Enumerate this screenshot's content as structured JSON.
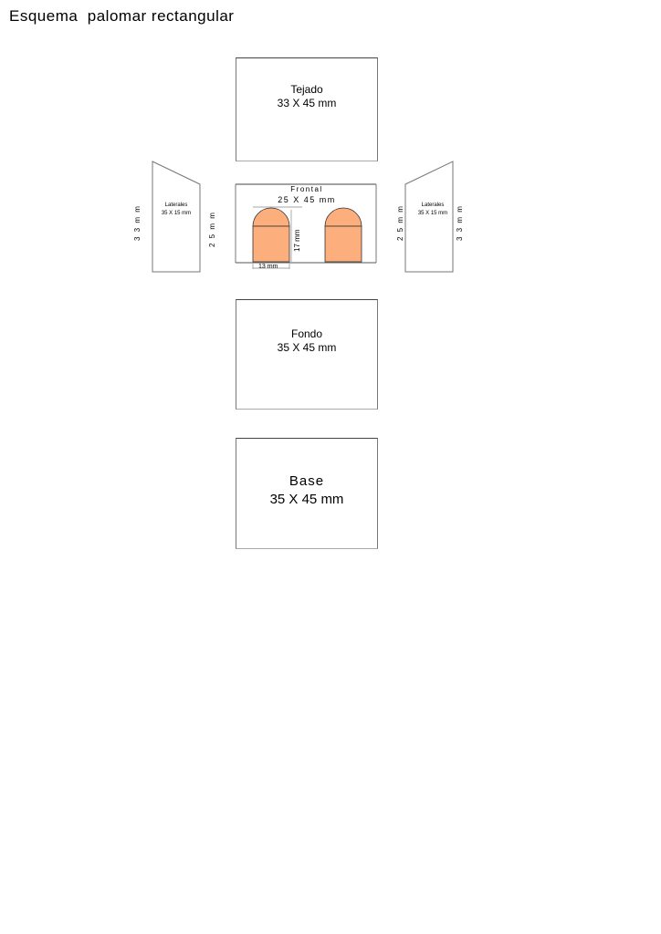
{
  "title": "Esquema  palomar rectangular",
  "tejado": {
    "name": "Tejado",
    "dims": "33 X 45 mm"
  },
  "frontal": {
    "name": "Frontal",
    "dims": "25 X 45 mm",
    "door_height": "17 mm",
    "door_width": "13 mm",
    "door_color": "#fcae7c"
  },
  "laterales": {
    "name": "Laterales",
    "dims": "35 X 15 mm",
    "tall_side": "3 3 m m",
    "short_side": "2 5  m m",
    "tall_side_right": "3 3 m m",
    "short_side_right": "2 5  m m"
  },
  "fondo": {
    "name": "Fondo",
    "dims": "35 X 45 mm"
  },
  "base": {
    "name": "Base",
    "dims": "35 X 45 mm"
  }
}
